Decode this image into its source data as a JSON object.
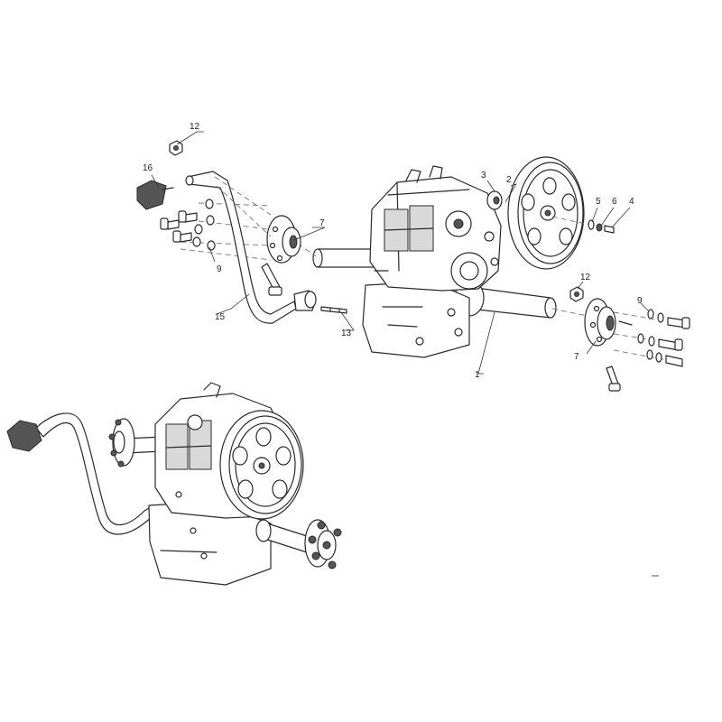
{
  "callouts": [
    {
      "id": "1",
      "text": "1"
    },
    {
      "id": "2",
      "text": "2"
    },
    {
      "id": "3",
      "text": "3"
    },
    {
      "id": "4",
      "text": "4"
    },
    {
      "id": "5",
      "text": "5"
    },
    {
      "id": "6",
      "text": "6"
    },
    {
      "id": "7a",
      "text": "7"
    },
    {
      "id": "7b",
      "text": "7"
    },
    {
      "id": "9a",
      "text": "9"
    },
    {
      "id": "9b",
      "text": "9"
    },
    {
      "id": "12a",
      "text": "12"
    },
    {
      "id": "12b",
      "text": "12"
    },
    {
      "id": "13",
      "text": "13"
    },
    {
      "id": "15",
      "text": "15"
    },
    {
      "id": "16",
      "text": "16"
    }
  ]
}
